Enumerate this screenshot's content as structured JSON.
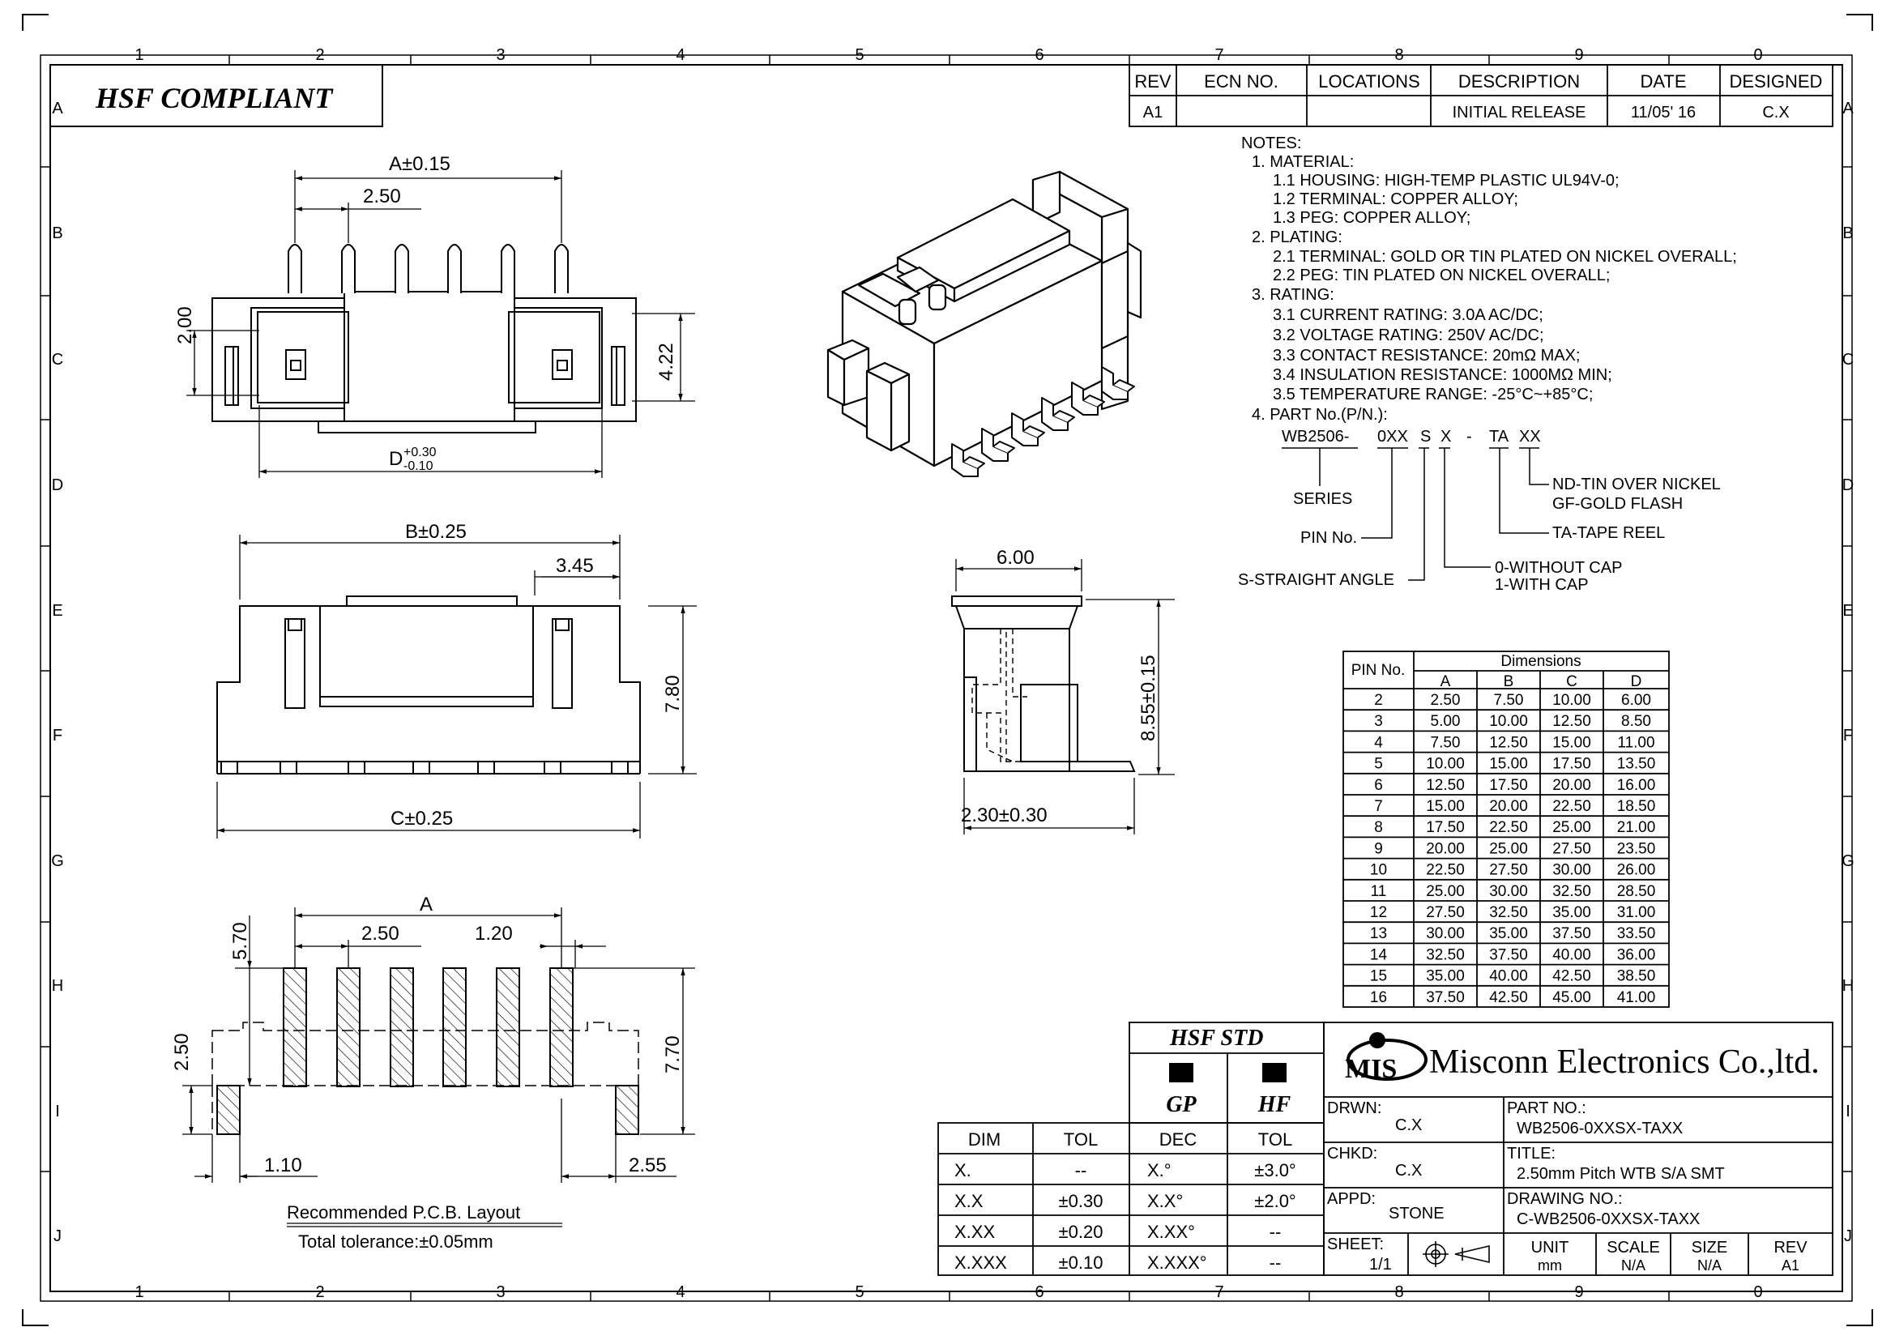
{
  "frame": {
    "columns": [
      "1",
      "2",
      "3",
      "4",
      "5",
      "6",
      "7",
      "8",
      "9",
      "0"
    ],
    "rows": [
      "A",
      "B",
      "C",
      "D",
      "E",
      "F",
      "G",
      "H",
      "I",
      "J"
    ]
  },
  "hsf_compliant": "HSF  COMPLIANT",
  "revision_table": {
    "headers": [
      "REV",
      "ECN  NO.",
      "LOCATIONS",
      "DESCRIPTION",
      "DATE",
      "DESIGNED"
    ],
    "row": [
      "A1",
      "",
      "",
      "INITIAL  RELEASE",
      "11/05' 16",
      "C.X"
    ]
  },
  "notes": {
    "lines": [
      "NOTES:",
      "1.  MATERIAL:",
      "1.1  HOUSING:  HIGH-TEMP  PLASTIC  UL94V-0;",
      "1.2  TERMINAL:  COPPER  ALLOY;",
      "1.3  PEG:  COPPER  ALLOY;",
      "2.  PLATING:",
      "2.1  TERMINAL:  GOLD  OR  TIN  PLATED  ON  NICKEL  OVERALL;",
      "2.2  PEG:  TIN  PLATED  ON  NICKEL  OVERALL;",
      "3.  RATING:",
      "3.1  CURRENT  RATING:  3.0A  AC/DC;",
      "3.2  VOLTAGE  RATING:  250V  AC/DC;",
      "3.3  CONTACT  RESISTANCE:  20mΩ  MAX;",
      "3.4  INSULATION  RESISTANCE:  1000MΩ  MIN;",
      "3.5  TEMPERATURE  RANGE:  -25°C~+85°C;",
      "4.  PART  No.(P/N.):"
    ]
  },
  "part_number_breakdown": {
    "pn": [
      "WB2506-",
      "0XX",
      "S",
      "X",
      "-",
      "TA",
      "XX"
    ],
    "series": "SERIES",
    "pin_no": "PIN  No.",
    "straight": "S-STRAIGHT  ANGLE",
    "cap0": "0-WITHOUT  CAP",
    "cap1": "1-WITH  CAP",
    "tape": "TA-TAPE  REEL",
    "nd": "ND-TIN  OVER  NICKEL",
    "gf": "GF-GOLD  FLASH"
  },
  "dims": {
    "a015": "A±0.15",
    "p250a": "2.50",
    "d200": "2.00",
    "d422": "4.22",
    "D": "D",
    "dplus": "+0.30",
    "dminus": "-0.10",
    "b025": "B±0.25",
    "d345": "3.45",
    "d780": "7.80",
    "c025": "C±0.25",
    "d600": "6.00",
    "d855": "8.55±0.15",
    "d230": "2.30±0.30",
    "A": "A",
    "p250b": "2.50",
    "d120": "1.20",
    "d570": "5.70",
    "d250v": "2.50",
    "d770": "7.70",
    "d110": "1.10",
    "d255": "2.55",
    "pcb_title": "Recommended  P.C.B.  Layout",
    "pcb_tol": "Total  tolerance:±0.05mm"
  },
  "dimension_table": {
    "pin_header": "PIN No.",
    "group_header": "Dimensions",
    "columns": [
      "A",
      "B",
      "C",
      "D"
    ],
    "rows": [
      [
        "2",
        "2.50",
        "7.50",
        "10.00",
        "6.00"
      ],
      [
        "3",
        "5.00",
        "10.00",
        "12.50",
        "8.50"
      ],
      [
        "4",
        "7.50",
        "12.50",
        "15.00",
        "11.00"
      ],
      [
        "5",
        "10.00",
        "15.00",
        "17.50",
        "13.50"
      ],
      [
        "6",
        "12.50",
        "17.50",
        "20.00",
        "16.00"
      ],
      [
        "7",
        "15.00",
        "20.00",
        "22.50",
        "18.50"
      ],
      [
        "8",
        "17.50",
        "22.50",
        "25.00",
        "21.00"
      ],
      [
        "9",
        "20.00",
        "25.00",
        "27.50",
        "23.50"
      ],
      [
        "10",
        "22.50",
        "27.50",
        "30.00",
        "26.00"
      ],
      [
        "11",
        "25.00",
        "30.00",
        "32.50",
        "28.50"
      ],
      [
        "12",
        "27.50",
        "32.50",
        "35.00",
        "31.00"
      ],
      [
        "13",
        "30.00",
        "35.00",
        "37.50",
        "33.50"
      ],
      [
        "14",
        "32.50",
        "37.50",
        "40.00",
        "36.00"
      ],
      [
        "15",
        "35.00",
        "40.00",
        "42.50",
        "38.50"
      ],
      [
        "16",
        "37.50",
        "42.50",
        "45.00",
        "41.00"
      ]
    ]
  },
  "tolerance_table": {
    "headers": [
      "DIM",
      "TOL",
      "DEC",
      "TOL"
    ],
    "rows": [
      [
        "X.",
        "--",
        "X.°",
        "±3.0°"
      ],
      [
        "X.X",
        "±0.30",
        "X.X°",
        "±2.0°"
      ],
      [
        "X.XX",
        "±0.20",
        "X.XX°",
        "--"
      ],
      [
        "X.XXX",
        "±0.10",
        "X.XXX°",
        "--"
      ]
    ]
  },
  "hsf_std": {
    "title": "HSF  STD",
    "gp": "GP",
    "hf": "HF"
  },
  "title_block": {
    "logo": "MIS",
    "company": "Misconn Electronics Co.,ltd.",
    "drwn_label": "DRWN:",
    "drwn": "C.X",
    "chkd_label": "CHKD:",
    "chkd": "C.X",
    "appd_label": "APPD:",
    "appd": "STONE",
    "sheet_label": "SHEET:",
    "sheet": "1/1",
    "part_label": "PART  NO.:",
    "part": "WB2506-0XXSX-TAXX",
    "title_label": "TITLE:",
    "title": "2.50mm  Pitch  WTB  S/A  SMT",
    "drawing_label": "DRAWING  NO.:",
    "drawing": "C-WB2506-0XXSX-TAXX",
    "unit_label": "UNIT",
    "unit": "mm",
    "scale_label": "SCALE",
    "scale": "N/A",
    "size_label": "SIZE",
    "size": "N/A",
    "rev_label": "REV",
    "rev": "A1"
  }
}
